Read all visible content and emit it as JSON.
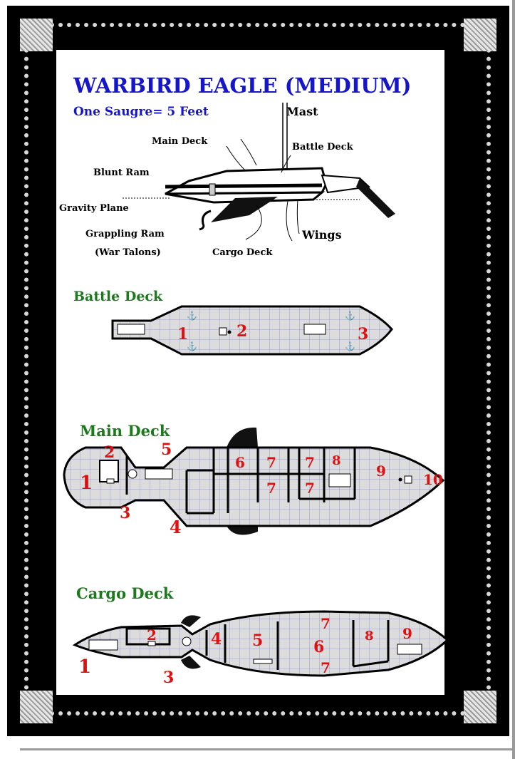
{
  "title": "WARBIRD EAGLE (MEDIUM)",
  "scale": "One Saugre= 5 Feet",
  "profile_labels": {
    "mast": "Mast",
    "main_deck": "Main Deck",
    "battle_deck": "Battle Deck",
    "blunt_ram": "Blunt Ram",
    "gravity_plane": "Gravity Plane",
    "grappling_ram": "Grappling Ram",
    "war_talons": "(War Talons)",
    "cargo_deck": "Cargo Deck",
    "wings": "Wings"
  },
  "battle_deck": {
    "heading": "Battle Deck",
    "numbers": [
      "1",
      "2",
      "3"
    ]
  },
  "main_deck": {
    "heading": "Main Deck",
    "numbers": [
      "1",
      "2",
      "3",
      "4",
      "5",
      "6",
      "7",
      "7",
      "7",
      "7",
      "8",
      "9",
      "10"
    ]
  },
  "cargo_deck": {
    "heading": "Cargo Deck",
    "numbers": [
      "1",
      "2",
      "3",
      "4",
      "5",
      "6",
      "7",
      "7",
      "8",
      "9"
    ]
  },
  "colors": {
    "title_blue": "#1515cc",
    "heading_green": "#1b7a1b",
    "number_red": "#e01010",
    "deck_fill": "#dcdcdc"
  }
}
